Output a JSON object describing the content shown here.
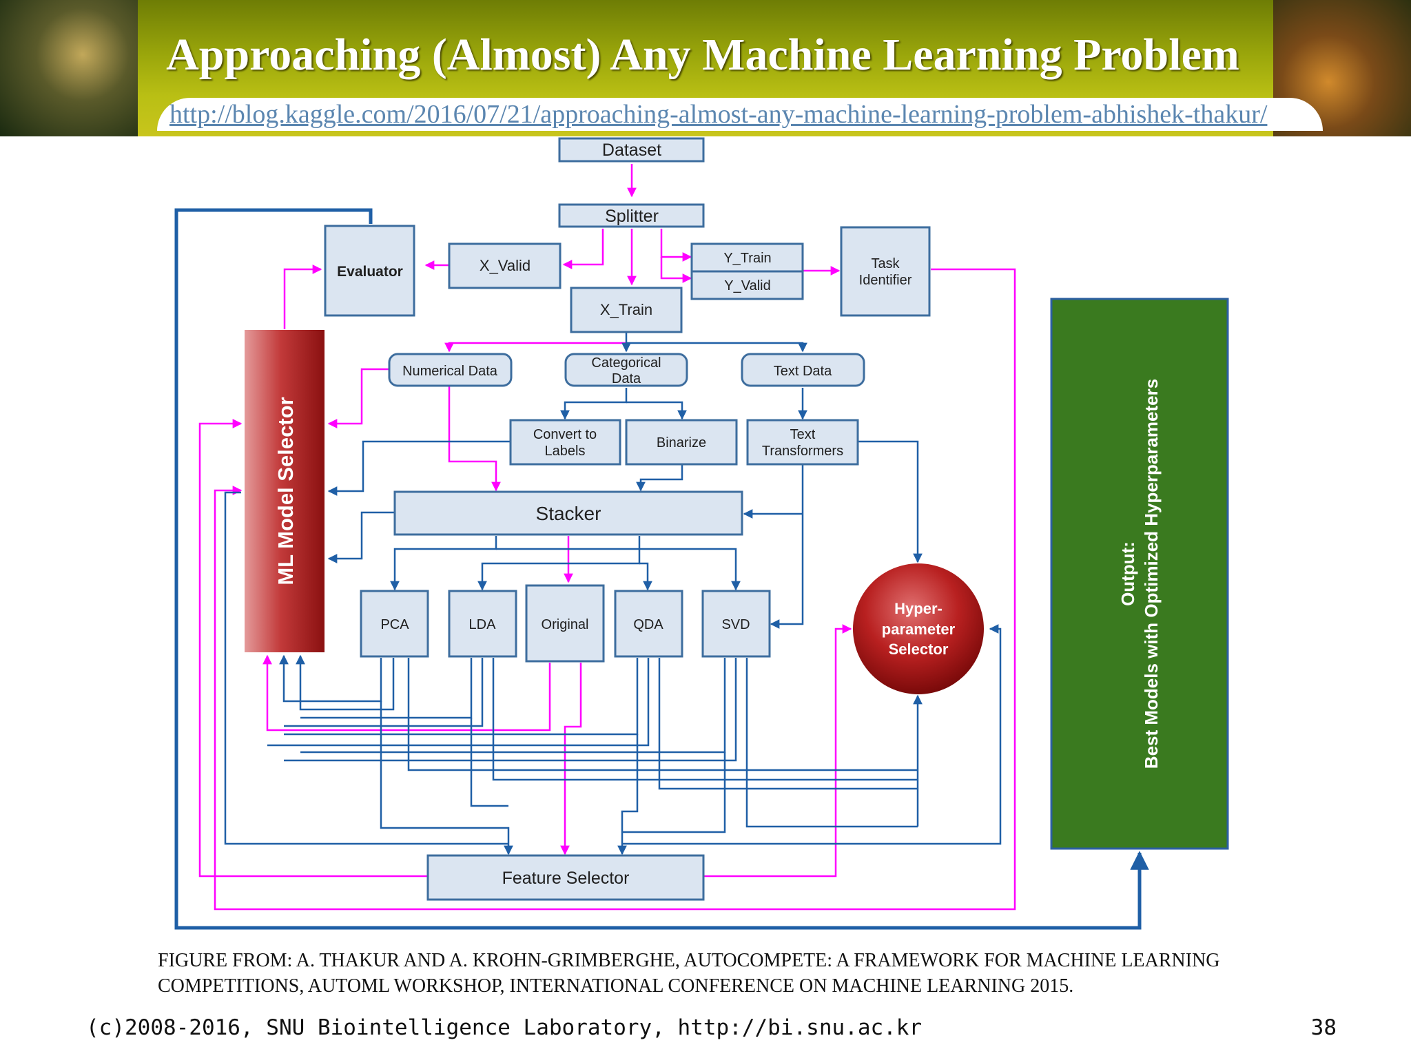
{
  "slide": {
    "title": "Approaching (Almost) Any Machine Learning Problem",
    "source_url": "http://blog.kaggle.com/2016/07/21/approaching-almost-any-machine-learning-problem-abhishek-thakur/",
    "caption": "FIGURE FROM: A. THAKUR AND A. KROHN-GRIMBERGHE, AUTOCOMPETE: A FRAMEWORK FOR MACHINE LEARNING COMPETITIONS, AUTOML WORKSHOP, INTERNATIONAL CONFERENCE ON MACHINE LEARNING 2015.",
    "footer_credit": "(c)2008-2016, SNU Biointelligence Laboratory, http://bi.snu.ac.kr",
    "page_number": "38"
  },
  "diagram": {
    "dataset": "Dataset",
    "splitter": "Splitter",
    "evaluator": "Evaluator",
    "x_valid": "X_Valid",
    "y_train": "Y_Train",
    "y_valid": "Y_Valid",
    "task_identifier_line1": "Task",
    "task_identifier_line2": "Identifier",
    "x_train": "X_Train",
    "numerical_data": "Numerical Data",
    "categorical_data_line1": "Categorical",
    "categorical_data_line2": "Data",
    "text_data": "Text Data",
    "convert_to_labels_line1": "Convert to",
    "convert_to_labels_line2": "Labels",
    "binarize": "Binarize",
    "text_transformers_line1": "Text",
    "text_transformers_line2": "Transformers",
    "stacker": "Stacker",
    "pca": "PCA",
    "lda": "LDA",
    "original": "Original",
    "qda": "QDA",
    "svd": "SVD",
    "feature_selector": "Feature Selector",
    "ml_model_selector": "ML Model Selector",
    "hyperparameter_selector_line1": "Hyper-",
    "hyperparameter_selector_line2": "parameter",
    "hyperparameter_selector_line3": "Selector",
    "output_line1": "Output:",
    "output_line2": "Best Models with Optimized Hyperparameters"
  },
  "colors": {
    "box_fill": "#dbe5f1",
    "box_stroke": "#3d6d9e",
    "blue_arrow": "#1f5fa6",
    "magenta_arrow": "#ff00ff",
    "red_selector": "#a01818",
    "output_green": "#3a7a1f"
  }
}
